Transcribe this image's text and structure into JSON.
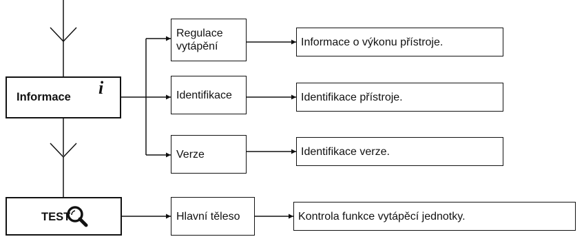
{
  "info_node": {
    "label": "Informace",
    "icon": "info-icon",
    "icon_glyph": "i"
  },
  "test_node": {
    "label": "TEST",
    "icon": "search-icon"
  },
  "options": [
    {
      "label": "Regulace\nvytápění",
      "result": "Informace o výkonu přístroje."
    },
    {
      "label": "Identifikace",
      "result": "Identifikace přístroje."
    },
    {
      "label": "Verze",
      "result": "Identifikace verze."
    },
    {
      "label": "Hlavní těleso",
      "result": "Kontrola funkce vytápěcí jednotky."
    }
  ]
}
